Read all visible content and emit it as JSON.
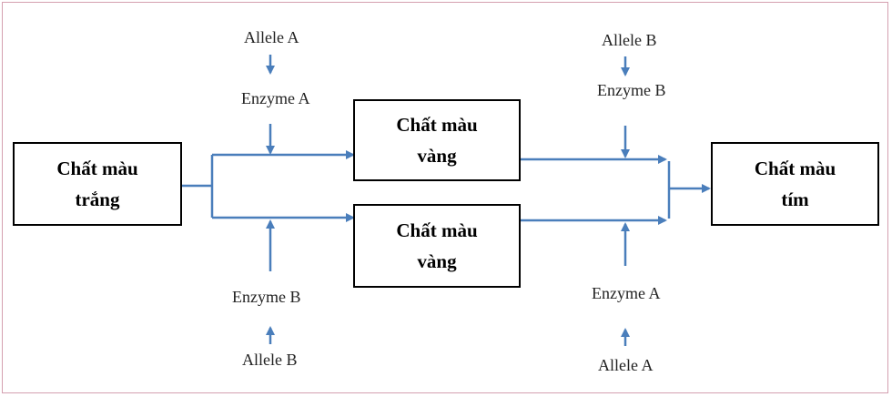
{
  "boxes": {
    "white": {
      "line1": "Chất màu",
      "line2": "trắng"
    },
    "yellow_top": {
      "line1": "Chất màu",
      "line2": "vàng"
    },
    "yellow_bottom": {
      "line1": "Chất màu",
      "line2": "vàng"
    },
    "purple": {
      "line1": "Chất màu",
      "line2": "tím"
    }
  },
  "labels": {
    "allele_a_top": "Allele A",
    "enzyme_a_top": "Enzyme A",
    "enzyme_b_bottom": "Enzyme B",
    "allele_b_bottom": "Allele B",
    "allele_b_top": "Allele B",
    "enzyme_b_top": "Enzyme B",
    "enzyme_a_bottom": "Enzyme A",
    "allele_a_bottom": "Allele A"
  },
  "colors": {
    "arrow": "#4a7ebb",
    "box_border": "#000000"
  }
}
